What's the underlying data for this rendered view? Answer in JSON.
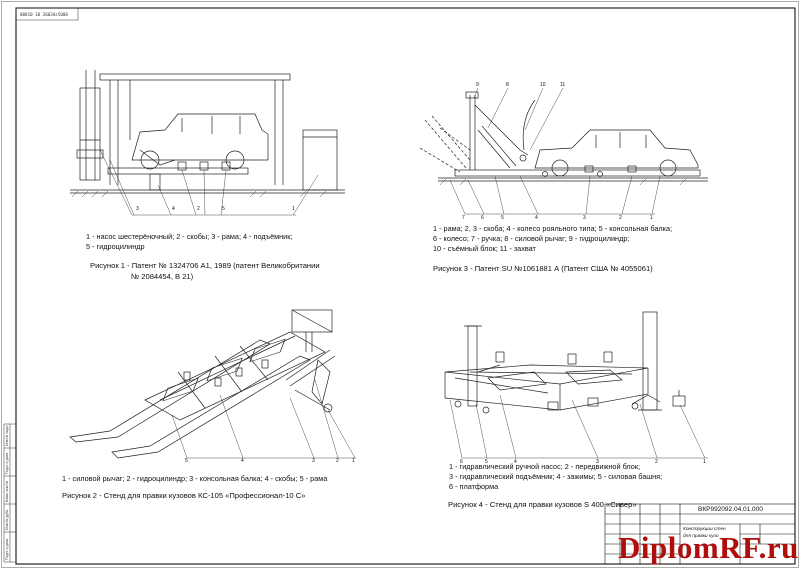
{
  "sheet": {
    "corner_stamp": "00810 10 2603ds5008"
  },
  "figure1": {
    "part_numbers": [
      "3",
      "4",
      "2",
      "5",
      "1"
    ],
    "legend": [
      "1 - насос шестерёночный; 2 - скобы; 3 - рама; 4 - подъёмник;",
      "5 - гидроцилиндр"
    ],
    "caption": [
      "Рисунок 1 - Патент № 1324706 А1, 1989 (патент Великобритании",
      "№ 2084454, В 21)"
    ]
  },
  "figure2": {
    "part_numbers": [
      "5",
      "4",
      "3",
      "2",
      "1"
    ],
    "legend": [
      "1 - силовой рычаг; 2 - гидроцилиндр; 3 - консольная балка; 4 - скобы; 5 - рама"
    ],
    "caption": [
      "Рисунок 2 - Стенд для правки кузовов КС-105 «Профессионал-10 С»"
    ]
  },
  "figure3": {
    "part_numbers_top": [
      "9",
      "8",
      "10",
      "11"
    ],
    "part_numbers_bottom": [
      "7",
      "6",
      "5",
      "4",
      "3",
      "2",
      "1"
    ],
    "legend": [
      "1 - рама; 2, 3 - скоба; 4 - колесо рояльного типа; 5 - консольная балка;",
      "6 - колесо; 7 - ручка; 8 - силовой рычаг; 9 - гидроцилиндр;",
      "10 - съёмный блок; 11 - захват"
    ],
    "caption": [
      "Рисунок 3 - Патент SU №1061881 А (Патент США № 4055061)"
    ]
  },
  "figure4": {
    "part_numbers": [
      "6",
      "5",
      "4",
      "3",
      "2",
      "1"
    ],
    "legend": [
      "1 - гидравлический ручной насос; 2 - передвижной блок;",
      "3 - гидравлический подъёмник; 4 - зажимы; 5 - силовая башня;",
      "6 - платформа"
    ],
    "caption": [
      "Рисунок 4 - Стенд для правки кузовов S 400 «Сивер»"
    ]
  },
  "title_block": {
    "doc_code": "ВКР992092.04.01.000",
    "title_fragment": "Конструкции стен",
    "sub_fragment": "для правки кузо"
  },
  "side_strip": [
    "Инв.№ подл.",
    "Подп. и дата",
    "Взам. инв.№",
    "Инв.№ дубл.",
    "Подп. и дата"
  ],
  "watermark": "DiplomRF.ru"
}
